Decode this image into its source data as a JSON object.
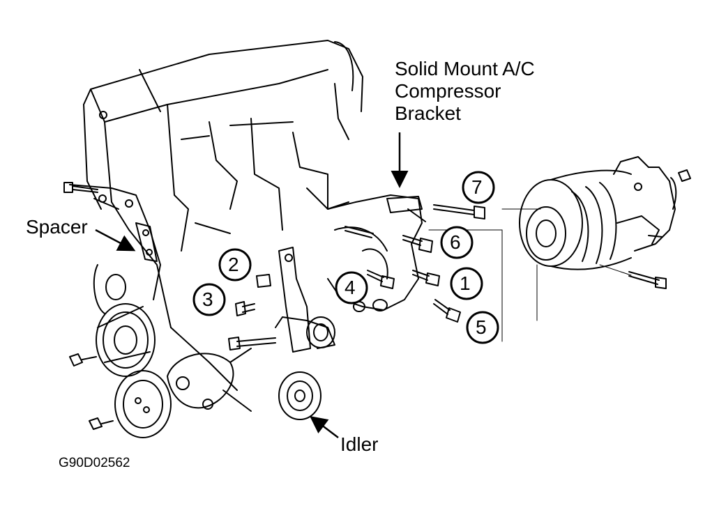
{
  "callouts": {
    "bracket": [
      "Solid Mount  A/C",
      "Compressor",
      "Bracket"
    ],
    "spacer": "Spacer",
    "idler": "Idler"
  },
  "bolts": [
    "1",
    "2",
    "3",
    "4",
    "5",
    "6",
    "7"
  ],
  "figure_code": "G90D02562",
  "colors": {
    "ink": "#000000",
    "paper": "#ffffff"
  }
}
